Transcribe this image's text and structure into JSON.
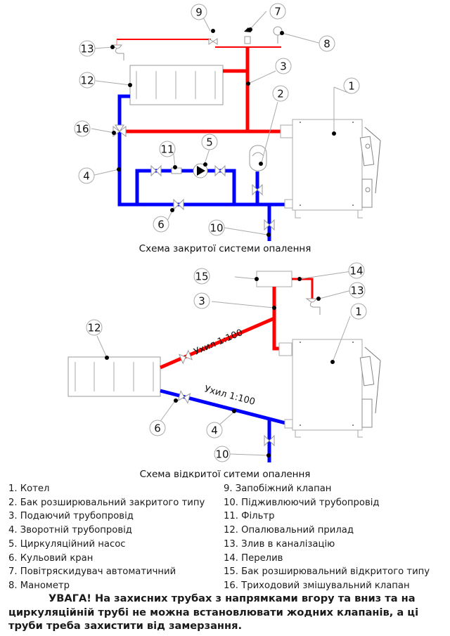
{
  "colors": {
    "supply": "#ff0000",
    "return": "#0000ff",
    "outline": "#9a9a9a",
    "leader": "#aaaaaa"
  },
  "closed_system": {
    "caption": "Схема закритої системи опалення",
    "callouts": [
      "1",
      "2",
      "3",
      "4",
      "5",
      "6",
      "7",
      "8",
      "9",
      "10",
      "11",
      "12",
      "13",
      "16"
    ]
  },
  "open_system": {
    "caption": "Схема відкритої ситеми опалення",
    "slope_supply": "Ухил 1:100",
    "slope_return": "Ухил 1:100",
    "callouts": [
      "1",
      "3",
      "4",
      "6",
      "10",
      "12",
      "13",
      "14",
      "15"
    ]
  },
  "legend": {
    "left": [
      "1. Котел",
      "2. Бак розширювальний  закритого типу",
      "3. Подаючий трубопровід",
      "4. Зворотній трубопровід",
      "5. Циркуляційний насос",
      "6. Кульовий кран",
      "7. Повітряскидувач автоматичний",
      "8. Манометр"
    ],
    "right": [
      "9. Запобіжний клапан",
      "10. Підживлюючий трубопровід",
      "11.  Фільтр",
      "12. Опалювальний прилад",
      "13. Злив в каналізацію",
      "14. Перелив",
      "15. Бак розширювальний відкритого типу",
      "16. Триходовий змішувальний клапан"
    ]
  },
  "warning": {
    "lead": "УВАГА!",
    "text": " На захисних трубах з напрямками вгору та вниз та на циркуляційній трубі не можна встановлювати жодних клапанів, а ці труби треба захистити від замерзання."
  }
}
